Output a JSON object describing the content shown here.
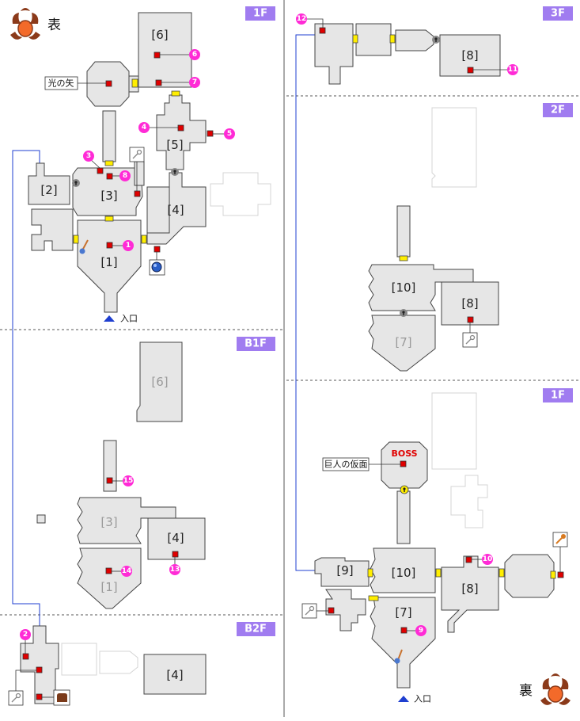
{
  "headers": {
    "omote": "表",
    "ura": "裏"
  },
  "floor_tabs": {
    "left_1f": "1F",
    "left_b1f": "B1F",
    "left_b2f": "B2F",
    "right_3f": "3F",
    "right_2f": "2F",
    "right_1f": "1F"
  },
  "rooms": {
    "l1_r1": "[1]",
    "l1_r2": "[2]",
    "l1_r3": "[3]",
    "l1_r4": "[4]",
    "l1_r5": "[5]",
    "l1_r6": "[6]",
    "b1_r6": "[6]",
    "b1_r3": "[3]",
    "b1_r4": "[4]",
    "b1_r1": "[1]",
    "b2_r4": "[4]",
    "r3_r8": "[8]",
    "r2_r10": "[10]",
    "r2_r8": "[8]",
    "r2_r7": "[7]",
    "r1_r9": "[9]",
    "r1_r10": "[10]",
    "r1_r8": "[8]",
    "r1_r7": "[7]"
  },
  "notes": {
    "arrow_of_light": "光の矢",
    "giant_mask": "巨人の仮面",
    "boss": "BOSS",
    "entrance_left": "入口",
    "entrance_right": "入口"
  },
  "pins": {
    "p1": "1",
    "p2": "2",
    "p3": "3",
    "p4": "4",
    "p5": "5",
    "p6": "6",
    "p7": "7",
    "p8": "8",
    "p9": "9",
    "p10": "10",
    "p11": "11",
    "p12": "12",
    "p13": "13",
    "p14": "14",
    "p15": "15"
  },
  "icons": {
    "omote_emblem": "tribal-mask-emblem-icon",
    "ura_emblem": "tribal-mask-emblem-icon",
    "small_key": "small-key-icon",
    "boss_key": "boss-key-icon",
    "keyhole": "keyhole-icon",
    "treasure": "treasure-bag-icon",
    "orb": "blue-orb-icon",
    "torch": "torch-icon"
  },
  "colors": {
    "room_fill": "#e6e6e6",
    "door": "#ffee00",
    "chest_marker": "#e00000",
    "pin": "#ff2bd6",
    "floor_tab": "#a07cf0",
    "route_line": "#1f3fd0"
  }
}
